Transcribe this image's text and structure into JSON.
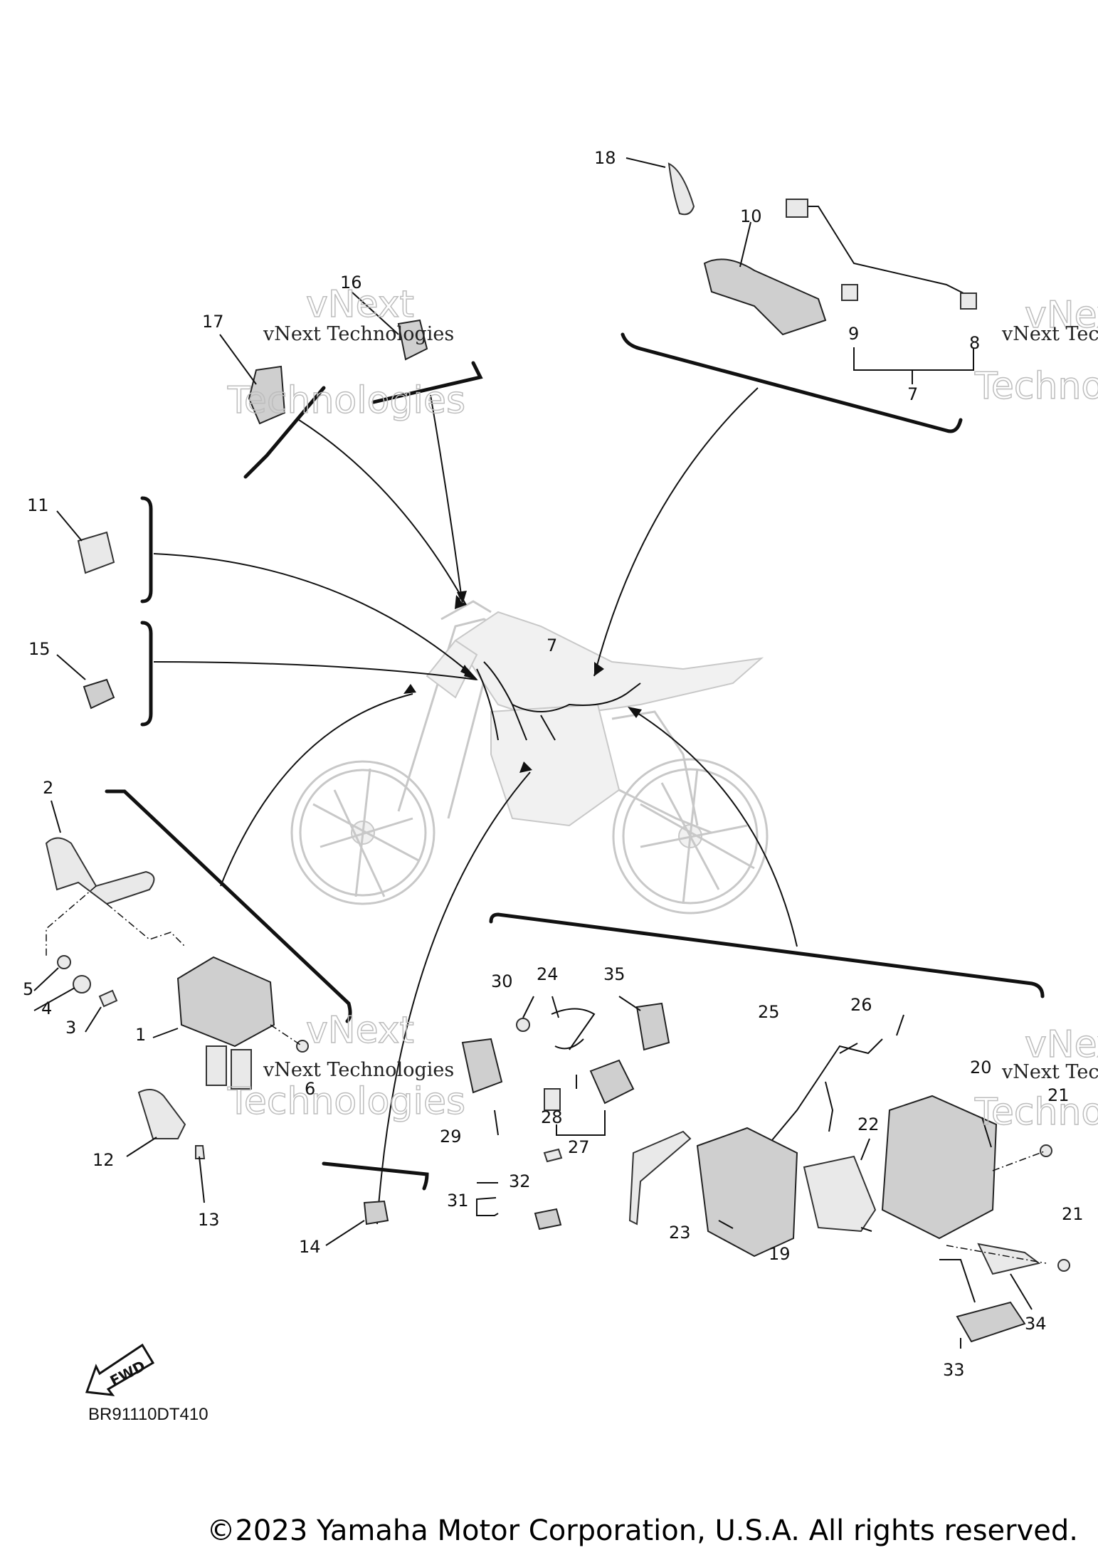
{
  "diagram": {
    "part_code": "BR91110DT410",
    "copyright": "©2023 Yamaha Motor Corporation, U.S.A. All rights reserved.",
    "fwd_label": "FWD",
    "watermark_text": "vNext Technologies",
    "watermark_big_1": "vNext",
    "watermark_big_2": "Technologies",
    "callouts": [
      "1",
      "2",
      "3",
      "4",
      "5",
      "6",
      "7",
      "8",
      "9",
      "10",
      "11",
      "12",
      "13",
      "14",
      "15",
      "16",
      "17",
      "18",
      "19",
      "20",
      "21",
      "22",
      "23",
      "24",
      "25",
      "26",
      "27",
      "28",
      "29",
      "30",
      "31",
      "32",
      "33",
      "34",
      "35"
    ]
  }
}
